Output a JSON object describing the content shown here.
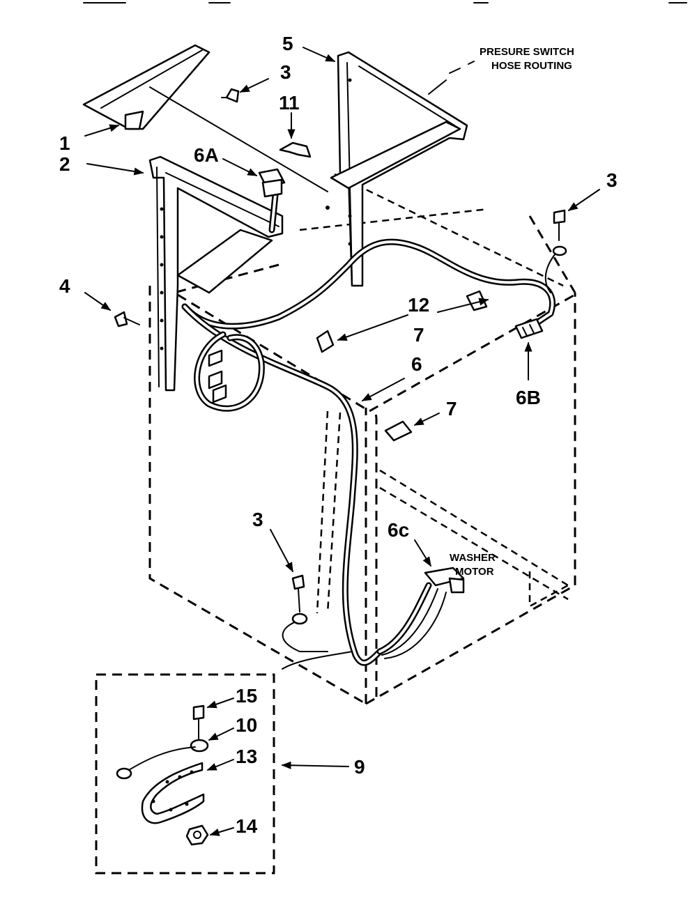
{
  "callouts": {
    "c1": "1",
    "c2": "2",
    "c3_top": "3",
    "c3_right": "3",
    "c3_bottom": "3",
    "c4": "4",
    "c5": "5",
    "c6": "6",
    "c6a": "6A",
    "c6b": "6B",
    "c6c": "6c",
    "c7_upper": "7",
    "c7_lower": "7",
    "c9": "9",
    "c10": "10",
    "c11": "11",
    "c12": "12",
    "c13": "13",
    "c14": "14",
    "c15": "15"
  },
  "notes": {
    "pressure_line1": "PRESURE SWITCH",
    "pressure_line2": "HOSE ROUTING",
    "motor_line1": "WASHER",
    "motor_line2": "MOTOR"
  }
}
